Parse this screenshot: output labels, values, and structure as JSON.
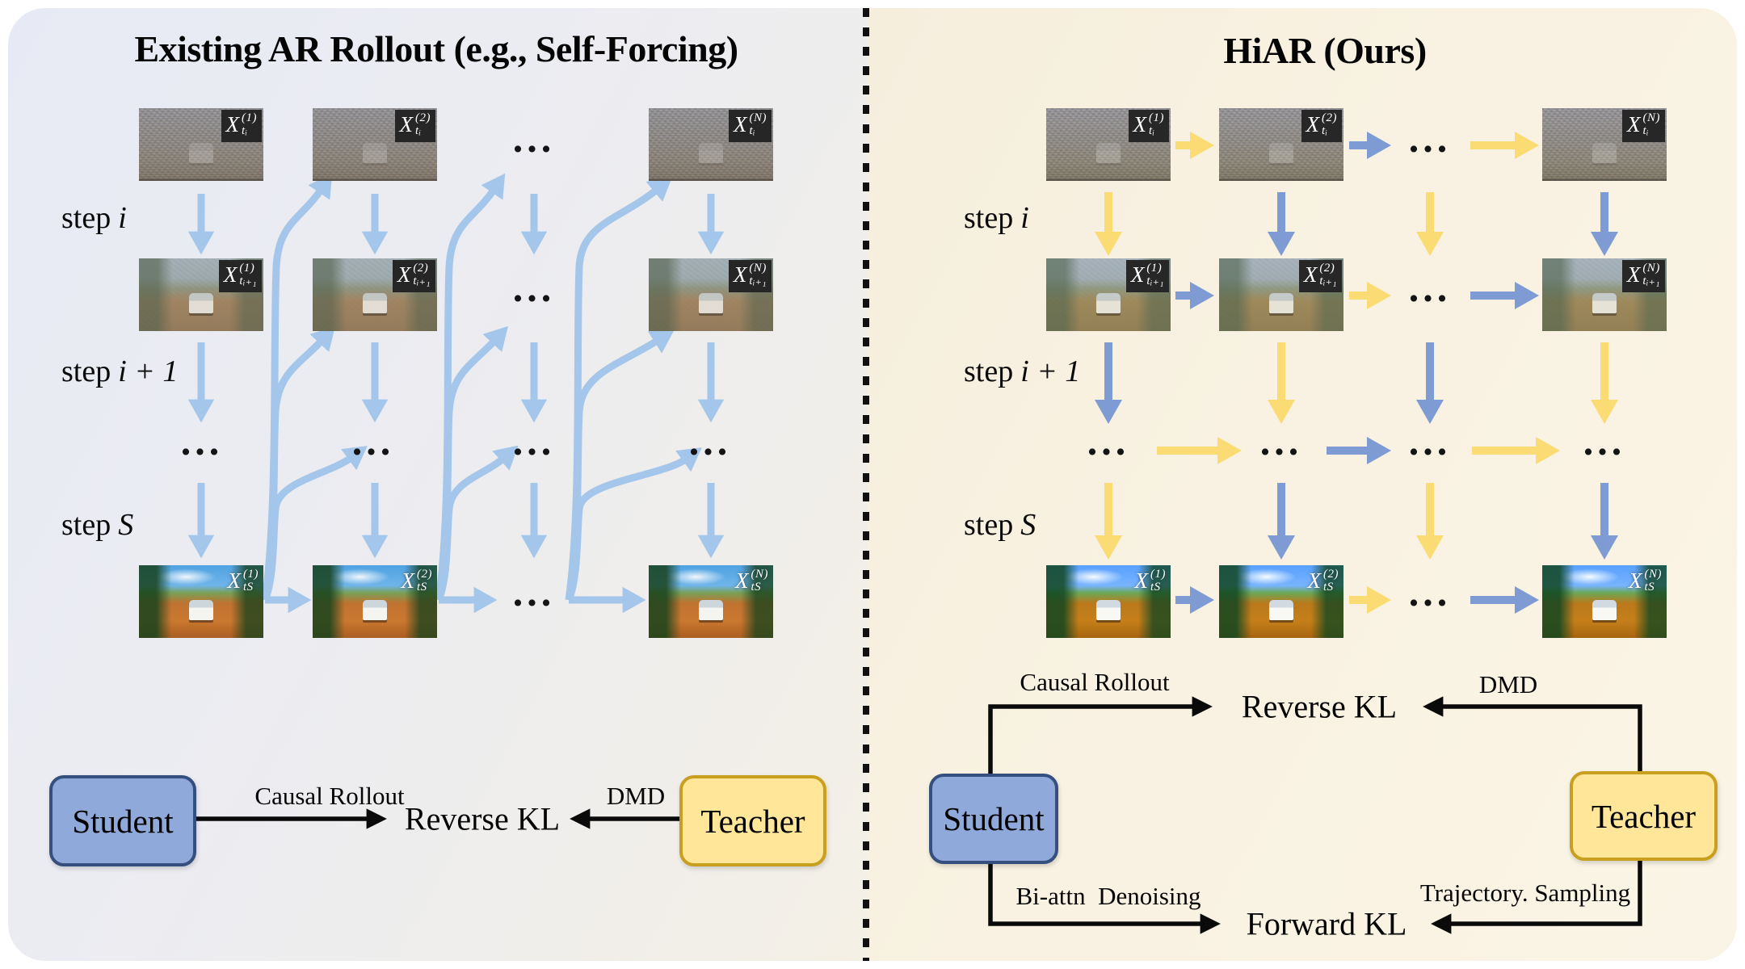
{
  "x_symbol": "X",
  "ellipsis": "...",
  "colors": {
    "left_bg": "#ebecf2",
    "right_bg": "#f9f2e2",
    "left_arrow_blue": "#a3c6ea",
    "right_arrow_blue": "#7e9bd3",
    "right_arrow_yellow": "#fbdc74",
    "student_fill": "#8fa9da",
    "student_border": "#35507e",
    "teacher_fill": "#ffe699",
    "teacher_border": "#c99f1f",
    "connector_black": "#0a0a0a",
    "frame_label_bg": "#262626",
    "frame_label_text": "#ffffff"
  },
  "left_panel": {
    "title": "Existing AR Rollout (e.g., Self-Forcing)",
    "steps": [
      {
        "prefix": "step",
        "var": "i"
      },
      {
        "prefix": "step",
        "var": "i + 1"
      },
      {
        "prefix": "step",
        "var": "S"
      }
    ],
    "rows": {
      "row_i": {
        "frames": [
          {
            "sup": "(1)",
            "sub": "tᵢ"
          },
          {
            "sup": "(2)",
            "sub": "tᵢ"
          },
          {
            "sup": "(N)",
            "sub": "tᵢ"
          }
        ]
      },
      "row_i1": {
        "frames": [
          {
            "sup": "(1)",
            "sub": "tᵢ₊₁"
          },
          {
            "sup": "(2)",
            "sub": "tᵢ₊₁"
          },
          {
            "sup": "(N)",
            "sub": "tᵢ₊₁"
          }
        ]
      },
      "row_S": {
        "frames": [
          {
            "sup": "(1)",
            "sub": "tS"
          },
          {
            "sup": "(2)",
            "sub": "tS"
          },
          {
            "sup": "(N)",
            "sub": "tS"
          }
        ]
      }
    },
    "distill": {
      "student": "Student",
      "rollout_label": "Causal Rollout",
      "kl_label": "Reverse KL",
      "dmd_label": "DMD",
      "teacher": "Teacher"
    }
  },
  "right_panel": {
    "title": "HiAR (Ours)",
    "steps": [
      {
        "prefix": "step",
        "var": "i"
      },
      {
        "prefix": "step",
        "var": "i + 1"
      },
      {
        "prefix": "step",
        "var": "S"
      }
    ],
    "rows": {
      "row_i": {
        "frames": [
          {
            "sup": "(1)",
            "sub": "tᵢ"
          },
          {
            "sup": "(2)",
            "sub": "tᵢ"
          },
          {
            "sup": "(N)",
            "sub": "tᵢ"
          }
        ]
      },
      "row_i1": {
        "frames": [
          {
            "sup": "(1)",
            "sub": "tᵢ₊₁"
          },
          {
            "sup": "(2)",
            "sub": "tᵢ₊₁"
          },
          {
            "sup": "(N)",
            "sub": "tᵢ₊₁"
          }
        ]
      },
      "row_S": {
        "frames": [
          {
            "sup": "(1)",
            "sub": "tS"
          },
          {
            "sup": "(2)",
            "sub": "tS"
          },
          {
            "sup": "(N)",
            "sub": "tS"
          }
        ]
      }
    },
    "distill": {
      "student": "Student",
      "teacher": "Teacher",
      "causal_rollout_label": "Causal Rollout",
      "reverse_kl_label": "Reverse KL",
      "dmd_label": "DMD",
      "bi_attn_label": "Bi-attn  Denoising",
      "forward_kl_label": "Forward KL",
      "trajectory_label": "Trajectory. Sampling"
    }
  }
}
